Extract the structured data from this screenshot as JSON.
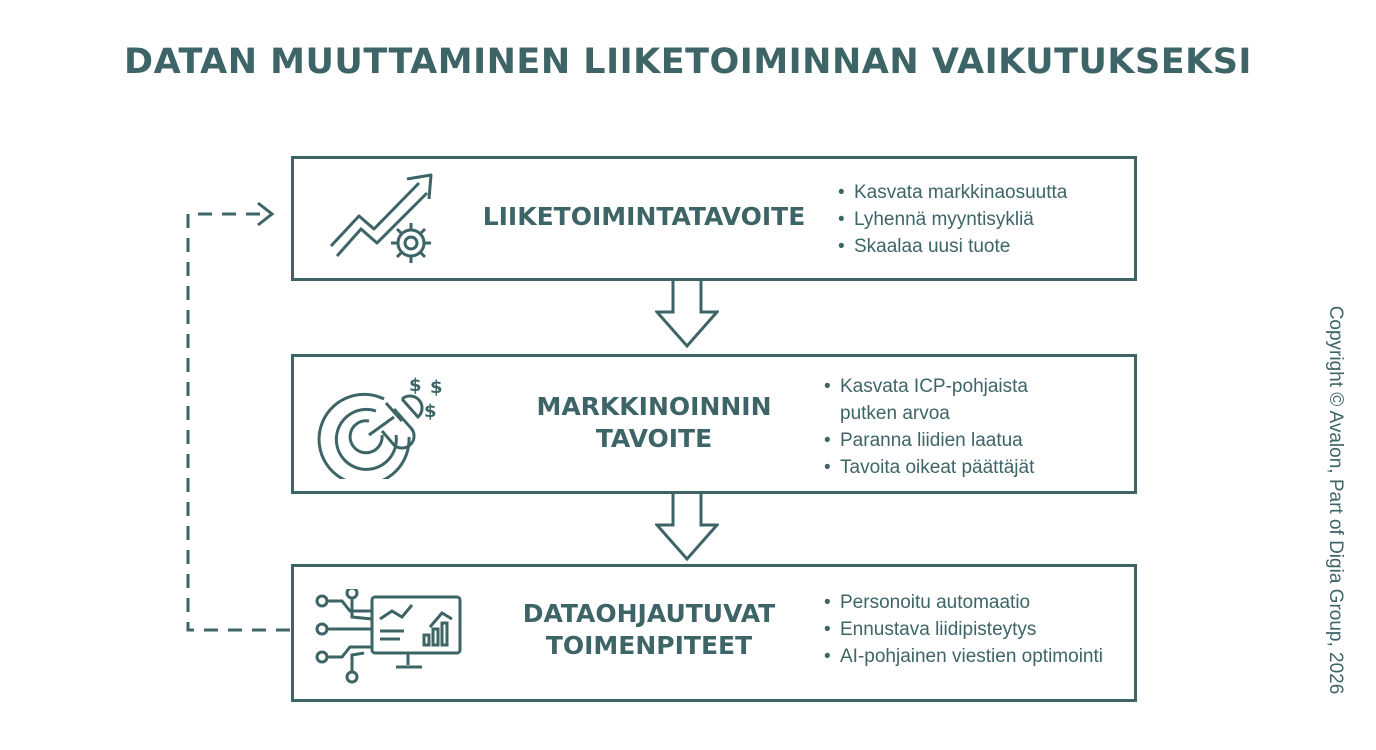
{
  "title": "DATAN MUUTTAMINEN LIIKETOIMINNAN VAIKUTUKSEKSI",
  "steps": [
    {
      "title": "LIIKETOIMINTATAVOITE",
      "icon": "growth-gear-icon",
      "bullets": [
        "Kasvata markkinaosuutta",
        "Lyhennä myyntisykliä",
        "Skaalaa uusi tuote"
      ]
    },
    {
      "title_line1": "MARKKINOINNIN",
      "title_line2": "TAVOITE",
      "icon": "target-magnet-dollar-icon",
      "bullets": [
        "Kasvata ICP-pohjaista putken arvoa",
        "Paranna liidien laatua",
        "Tavoita oikeat päättäjät"
      ]
    },
    {
      "title_line1": "DATAOHJAUTUVAT",
      "title_line2": "TOIMENPITEET",
      "icon": "data-monitor-circuit-icon",
      "bullets": [
        "Personoitu automaatio",
        "Ennustava liidipisteytys",
        "AI-pohjainen viestien optimointi"
      ]
    }
  ],
  "copyright": "Copyright © Avalon, Part of Digia Group, 2026",
  "colors": {
    "primary": "#3d6466",
    "background": "#ffffff"
  }
}
